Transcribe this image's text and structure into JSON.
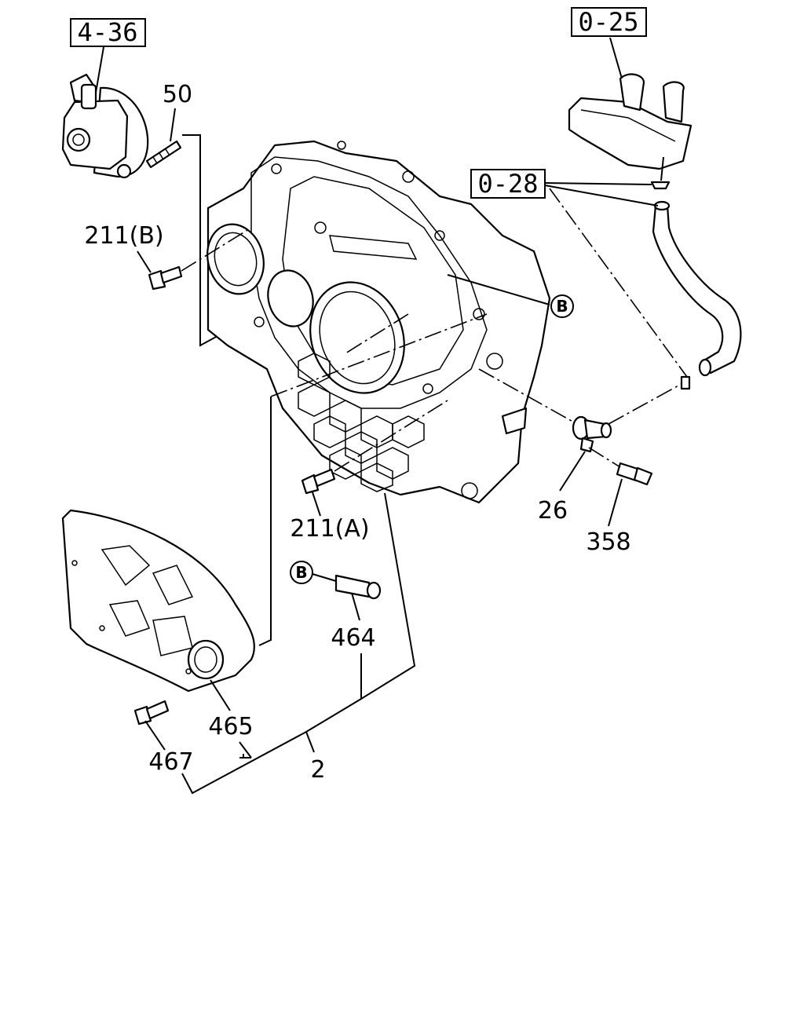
{
  "references": [
    {
      "id": "ref-4-36",
      "label": "4-36"
    },
    {
      "id": "ref-0-25",
      "label": "0-25"
    },
    {
      "id": "ref-0-28",
      "label": "0-28"
    }
  ],
  "callouts": {
    "c50": "50",
    "c211b": "211(B)",
    "c211a": "211(A)",
    "c26": "26",
    "c358": "358",
    "c464": "464",
    "c465": "465",
    "c467": "467",
    "c2": "2"
  },
  "circle_markers": {
    "b1": "B",
    "b2": "B"
  }
}
